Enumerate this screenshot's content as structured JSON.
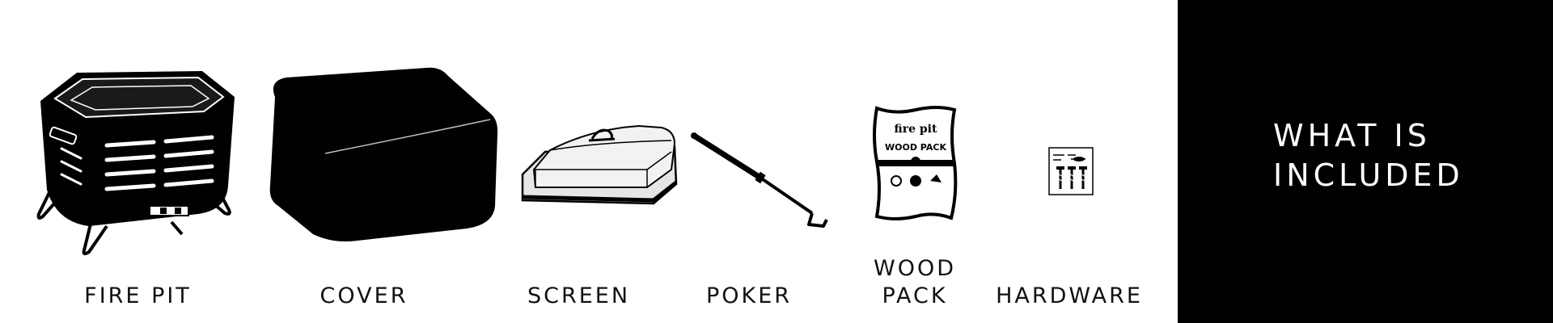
{
  "items": [
    {
      "label": "FIRE PIT",
      "icon": "fire-pit-icon"
    },
    {
      "label": "COVER",
      "icon": "cover-icon"
    },
    {
      "label": "SCREEN",
      "icon": "screen-icon"
    },
    {
      "label": "POKER",
      "icon": "poker-icon"
    },
    {
      "label_lines": [
        "WOOD",
        "PACK"
      ],
      "icon": "wood-pack-bag-icon"
    },
    {
      "label": "HARDWARE",
      "icon": "hardware-icon"
    }
  ],
  "bag_print": {
    "brand": "fire pit",
    "title": "WOOD PACK"
  },
  "panel": {
    "title_line1": "WHAT IS",
    "title_line2": "INCLUDED"
  },
  "colors": {
    "background": "#ffffff",
    "panel": "#000000",
    "panel_text": "#ffffff",
    "ink": "#111111"
  }
}
